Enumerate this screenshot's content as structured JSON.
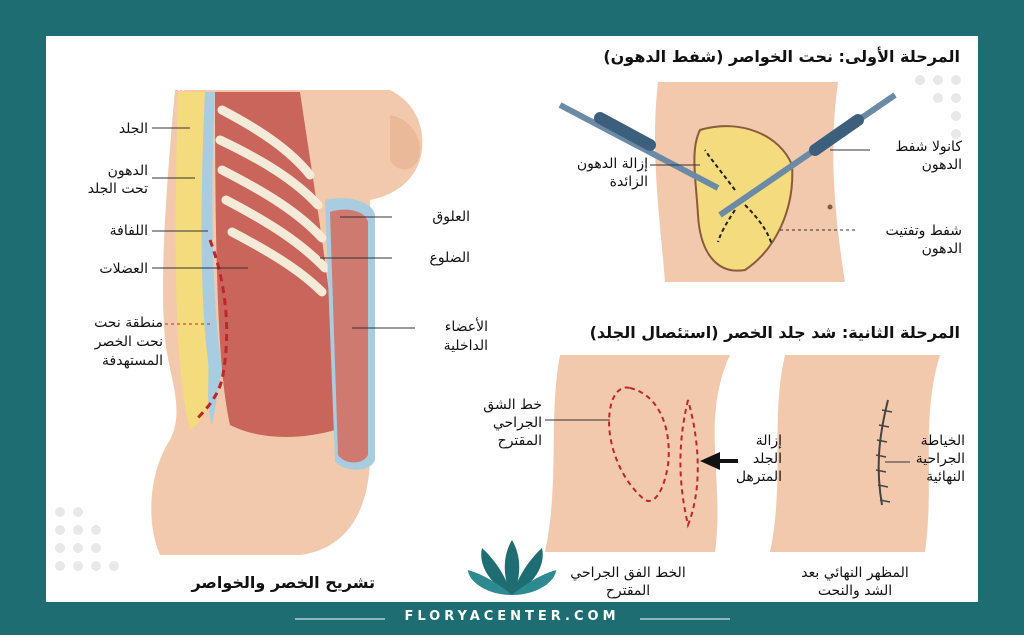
{
  "brand": {
    "logo_top": "FLORYA",
    "logo_sub": "CENTER",
    "footer_url": "FLORYACENTER.COM"
  },
  "colors": {
    "frame": "#1d6d73",
    "skin": "#f2c9ad",
    "muscle": "#c9655a",
    "fat": "#f3db7e",
    "fascia": "#a9cde0",
    "incision": "#c0252b"
  },
  "anatomy": {
    "caption": "تشريح الخصر والخواصر",
    "labels": {
      "skin": "الجلد",
      "subcut_fat_1": "الدهون",
      "subcut_fat_2": "تحت الجلد",
      "fascia": "اللفافة",
      "muscles": "العضلات",
      "target_1": "منطقة نحت",
      "target_2": "نحت الخصر",
      "target_3": "المستهدفة",
      "peritoneum": "العلوق",
      "ribs": "الضلوع",
      "organs_1": "الأعضاء",
      "organs_2": "الداخلية"
    }
  },
  "stage1": {
    "title": "المرحلة الأولى: نحت الخواصر (شفط الدهون)",
    "remove_fat_1": "إزالة الدهون",
    "remove_fat_2": "الزائدة",
    "cannula_1": "كانولا شفط",
    "cannula_2": "الدهون",
    "suction_1": "شفط وتفتيت",
    "suction_2": "الدهون"
  },
  "stage2": {
    "title": "المرحلة الثانية: شد جلد الخصر (استئصال الجلد)",
    "incision_line_1": "خط الشق",
    "incision_line_2": "الجراحي",
    "incision_line_3": "المقترح",
    "remove_skin_1": "إزالة",
    "remove_skin_2": "الجلد",
    "remove_skin_3": "المترهل",
    "sutures_1": "الخياطة",
    "sutures_2": "الجراحية",
    "sutures_3": "النهائية",
    "caption_left_1": "الخط الفق الجراحي",
    "caption_left_2": "المقترح",
    "caption_right_1": "المظهر النهائي بعد",
    "caption_right_2": "الشد والنحت"
  }
}
